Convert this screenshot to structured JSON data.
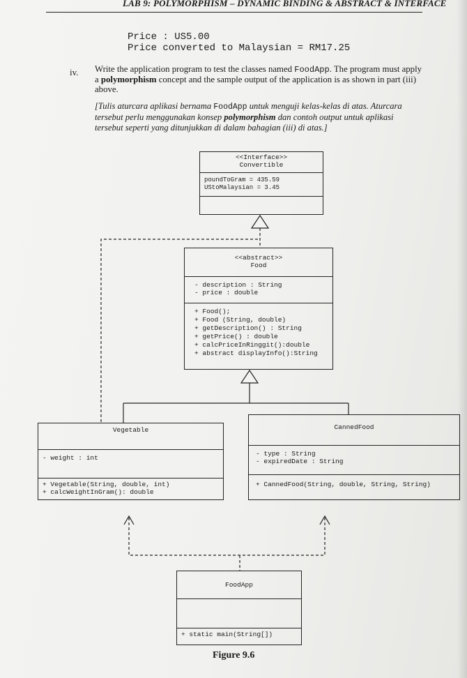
{
  "header": {
    "title": "LAB 9: POLYMORPHISM – DYNAMIC BINDING & ABSTRACT & INTERFACE"
  },
  "sample_output": {
    "line1": "Price : US5.00",
    "line2": "Price converted to Malaysian = RM17.25"
  },
  "question": {
    "number": "iv.",
    "text_a": "Write the application program to test the classes named ",
    "class_name": "FoodApp",
    "text_b": ". The program must apply a ",
    "emphasis": "polymorphism",
    "text_c": " concept and the sample output of the application is as shown in part (iii) above.",
    "tr_a": "[Tulis aturcara aplikasi bernama ",
    "tr_class": "FoodApp",
    "tr_b": " untuk menguji kelas-kelas di atas. Aturcara tersebut perlu menggunakan konsep ",
    "tr_emphasis": "polymorphism",
    "tr_c": " dan contoh output untuk aplikasi tersebut seperti yang ditunjukkan di dalam bahagian (iii) di atas.]"
  },
  "diagram": {
    "convertible": {
      "stereotype": "<<Interface>>",
      "name": "Convertible",
      "attr1": "poundToGram = 435.59",
      "attr2": "UStoMalaysian = 3.45"
    },
    "food": {
      "stereotype": "<<abstract>>",
      "name": "Food",
      "attr1": "- description : String",
      "attr2": "- price : double",
      "m1": "+ Food();",
      "m2": "+ Food (String, double)",
      "m3": "+ getDescription() : String",
      "m4": "+ getPrice() : double",
      "m5": "+ calcPriceInRinggit():double",
      "m6": "+ abstract displayInfo():String"
    },
    "vegetable": {
      "name": "Vegetable",
      "attr1": "- weight : int",
      "m1": "+ Vegetable(String, double, int)",
      "m2": "+ calcWeightInGram(): double"
    },
    "cannedfood": {
      "name": "CannedFood",
      "attr1": "- type : String",
      "attr2": "- expiredDate : String",
      "m1": "+ CannedFood(String, double, String, String)"
    },
    "foodapp": {
      "name": "FoodApp",
      "m1": "+ static main(String[])"
    }
  },
  "figure_caption": "Figure 9.6"
}
